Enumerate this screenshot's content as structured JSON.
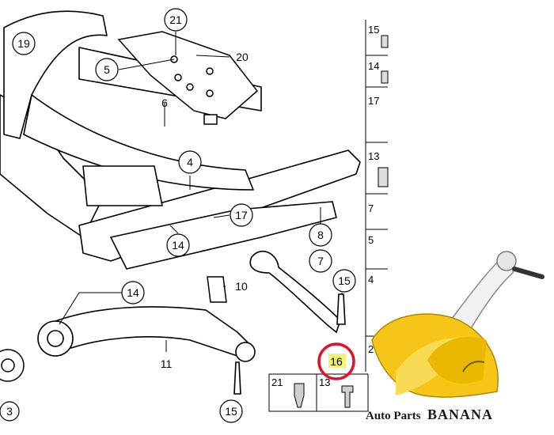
{
  "callouts": [
    {
      "id": "c21",
      "text": "21"
    },
    {
      "id": "c19",
      "text": "19"
    },
    {
      "id": "c5",
      "text": "5"
    },
    {
      "id": "c6",
      "text": "6"
    },
    {
      "id": "c20",
      "text": "20"
    },
    {
      "id": "c4",
      "text": "4"
    },
    {
      "id": "c17",
      "text": "17"
    },
    {
      "id": "c14a",
      "text": "14"
    },
    {
      "id": "c14b",
      "text": "14"
    },
    {
      "id": "c8",
      "text": "8"
    },
    {
      "id": "c7",
      "text": "7"
    },
    {
      "id": "c10",
      "text": "10"
    },
    {
      "id": "c15a",
      "text": "15"
    },
    {
      "id": "c11",
      "text": "11"
    },
    {
      "id": "c15b",
      "text": "15"
    },
    {
      "id": "c16",
      "text": "16"
    },
    {
      "id": "c3",
      "text": "3"
    }
  ],
  "sidebar_numbers": [
    "15",
    "14",
    "17",
    "13",
    "7",
    "5",
    "4",
    "2"
  ],
  "bottom_panel": [
    "21",
    "13"
  ],
  "highlight_color": "#e0112b",
  "label_16_bg": "#f3f37a",
  "watermark": {
    "prefix": "Auto Parts",
    "brand": "BANANA"
  }
}
